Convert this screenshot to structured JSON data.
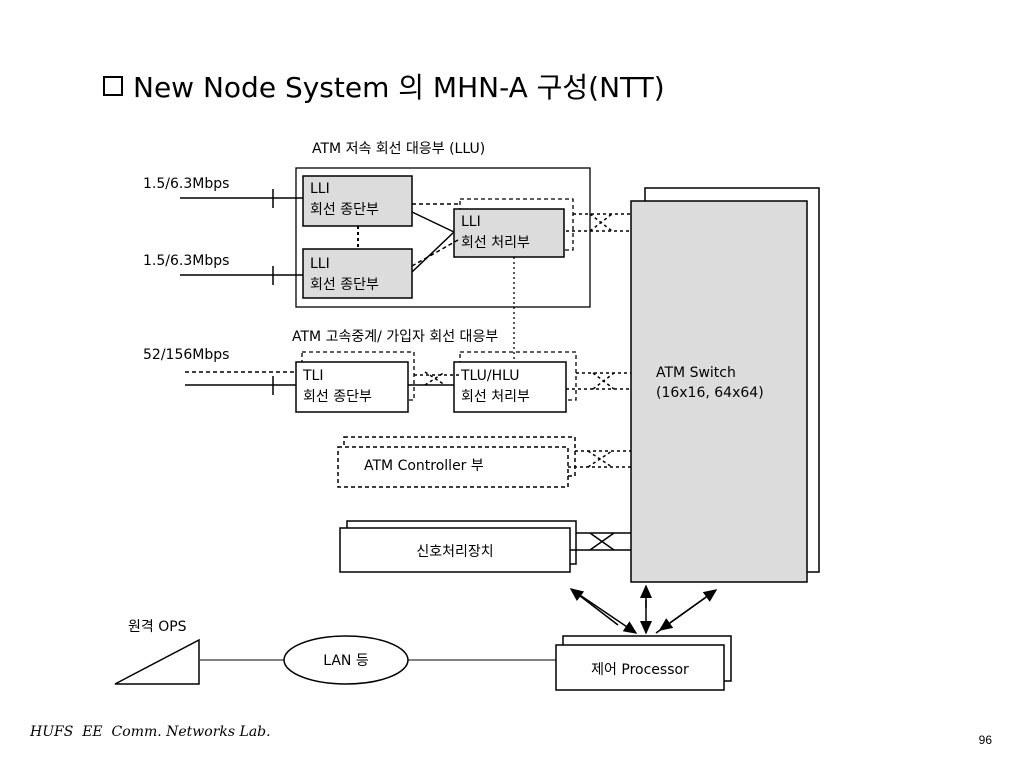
{
  "title": {
    "text": "New Node System 의 MHN-A 구성(NTT)"
  },
  "labels": {
    "llu_group": "ATM 저속 회선 대응부 (LLU)",
    "tlu_group": "ATM 고속중계/ 가입자 회선 대응부",
    "rate1": "1.5/6.3Mbps",
    "rate2": "1.5/6.3Mbps",
    "rate3": "52/156Mbps",
    "remote_ops": "원격 OPS"
  },
  "blocks": {
    "lli_term1": [
      "LLI",
      "회선 종단부"
    ],
    "lli_term2": [
      "LLI",
      "회선 종단부"
    ],
    "lli_proc": [
      "LLI",
      "회선 처리부"
    ],
    "tli_term": [
      "TLI",
      "회선 종단부"
    ],
    "tlu_proc": [
      "TLU/HLU",
      "회선 처리부"
    ],
    "atm_controller": "ATM Controller 부",
    "signal_unit": "신호처리장치",
    "atm_switch": [
      "ATM Switch",
      "(16x16, 64x64)"
    ],
    "lan": "LAN 등",
    "processor": "제어 Processor"
  },
  "footer": {
    "lab": "HUFS  EE  Comm. Networks Lab.",
    "page": "96"
  },
  "colors": {
    "block_fill": "#dcdcdc",
    "line": "#000000",
    "background": "#ffffff"
  }
}
